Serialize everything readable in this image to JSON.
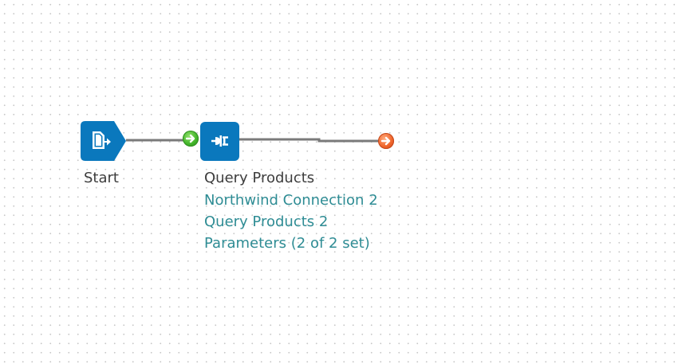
{
  "workflow": {
    "nodes": [
      {
        "id": "start",
        "label": "Start",
        "icon": "document-export-icon",
        "color": "#0a78bd"
      },
      {
        "id": "query-products",
        "label": "Query Products",
        "icon": "plug-connector-icon",
        "color": "#0a78bd",
        "details": [
          "Northwind Connection 2",
          "Query Products 2",
          "Parameters (2 of 2 set)"
        ]
      }
    ],
    "ports": {
      "input": {
        "icon": "arrow-right-icon",
        "color": "#43b52a"
      },
      "output": {
        "icon": "arrow-right-icon",
        "color": "#f0652b"
      }
    },
    "connector_color": "#7a7a7a",
    "detail_link_color": "#2e8c94"
  }
}
